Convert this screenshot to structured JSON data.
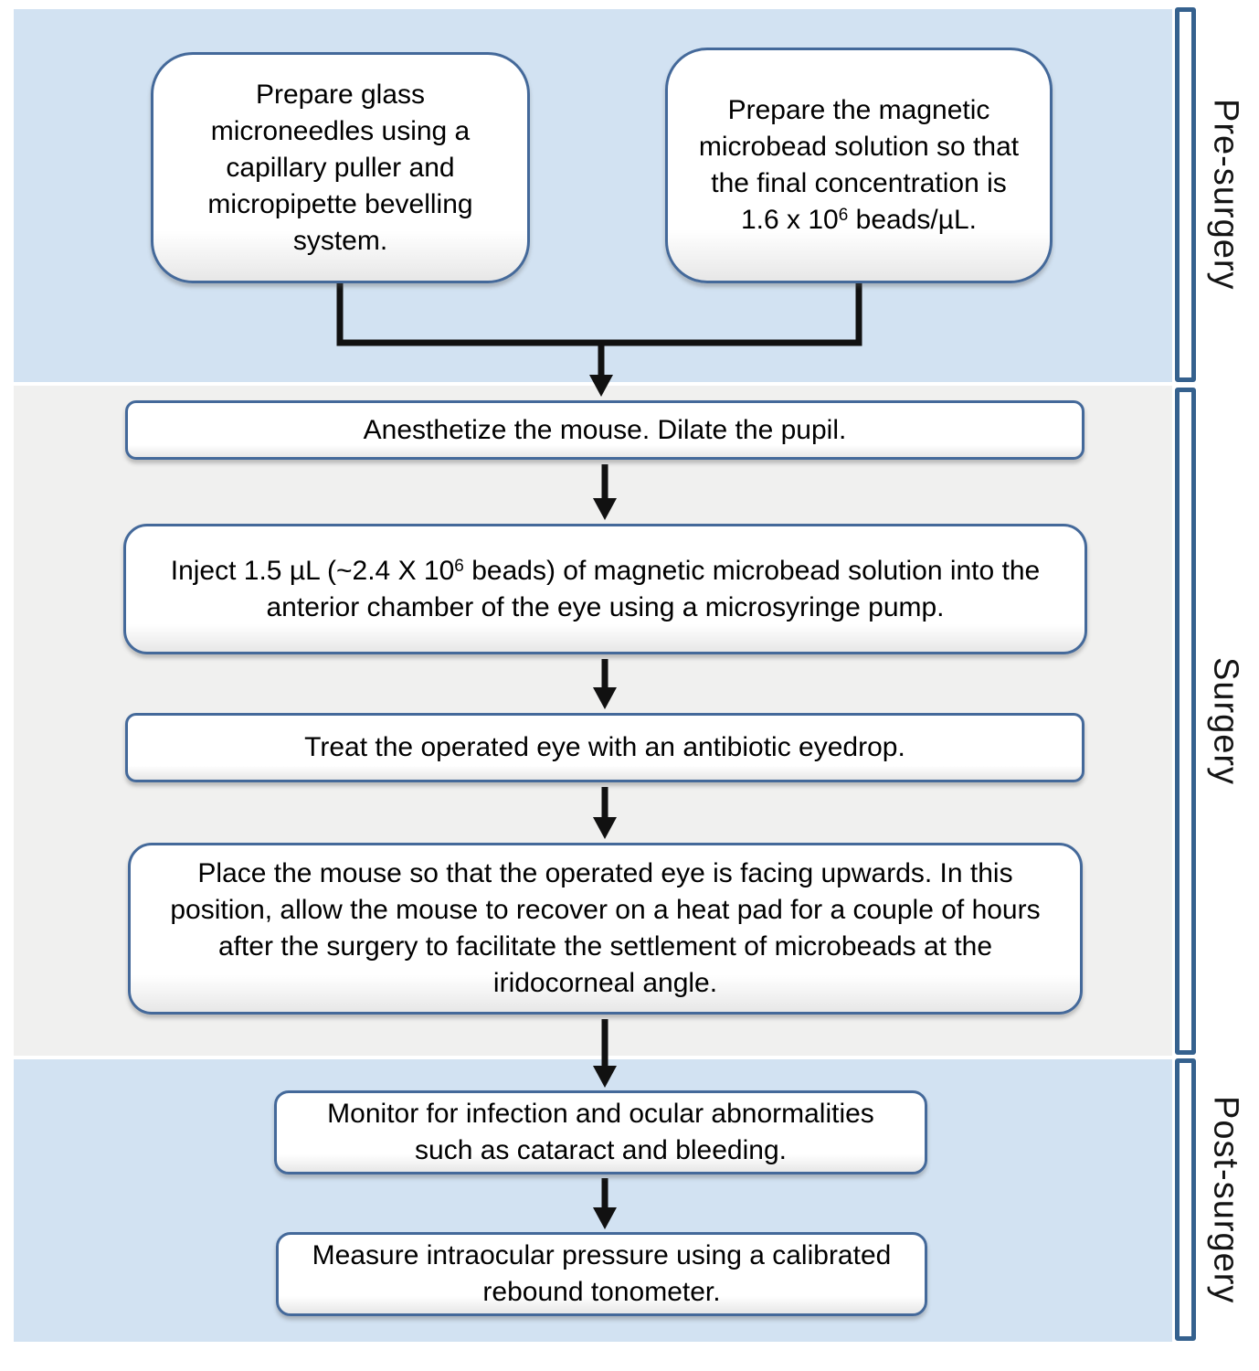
{
  "figure": {
    "type": "flowchart",
    "description": "Microbead occlusion glaucoma-model surgical workflow"
  },
  "colors": {
    "pre_surgery_band": "#d2e2f2",
    "surgery_band": "#f0f0ef",
    "post_surgery_band": "#d2e2f2",
    "box_fill": "#ffffff",
    "box_border": "#44699a",
    "bracket_border": "#35618e",
    "arrow": "#111111",
    "text": "#000000"
  },
  "sections": {
    "pre": {
      "label": "Pre-surgery"
    },
    "surgery": {
      "label": "Surgery"
    },
    "post": {
      "label": "Post-surgery"
    }
  },
  "boxes": {
    "prepare_needles": {
      "text": "Prepare glass microneedles using a capillary puller and micropipette bevelling system."
    },
    "prepare_beads": {
      "text_before_sup": "Prepare the magnetic microbead solution so that the final concentration is 1.6 x 10",
      "sup": "6",
      "text_after_sup": " beads/µL."
    },
    "anesthetize": {
      "text": "Anesthetize the mouse. Dilate the pupil."
    },
    "inject": {
      "text_before_sup": "Inject 1.5 µL (~2.4 X 10",
      "sup": "6",
      "text_after_sup": " beads) of magnetic microbead solution into the anterior chamber of the eye using a microsyringe pump."
    },
    "treat": {
      "text": "Treat the operated eye with an antibiotic eyedrop."
    },
    "place": {
      "text": "Place the mouse so that the operated eye is facing upwards. In this position, allow the mouse to recover on a heat pad for a couple of hours after the surgery to facilitate the settlement of microbeads at the iridocorneal angle."
    },
    "monitor": {
      "text": "Monitor for infection and ocular abnormalities such as cataract and bleeding."
    },
    "measure": {
      "text": "Measure intraocular pressure using a calibrated rebound tonometer."
    }
  }
}
